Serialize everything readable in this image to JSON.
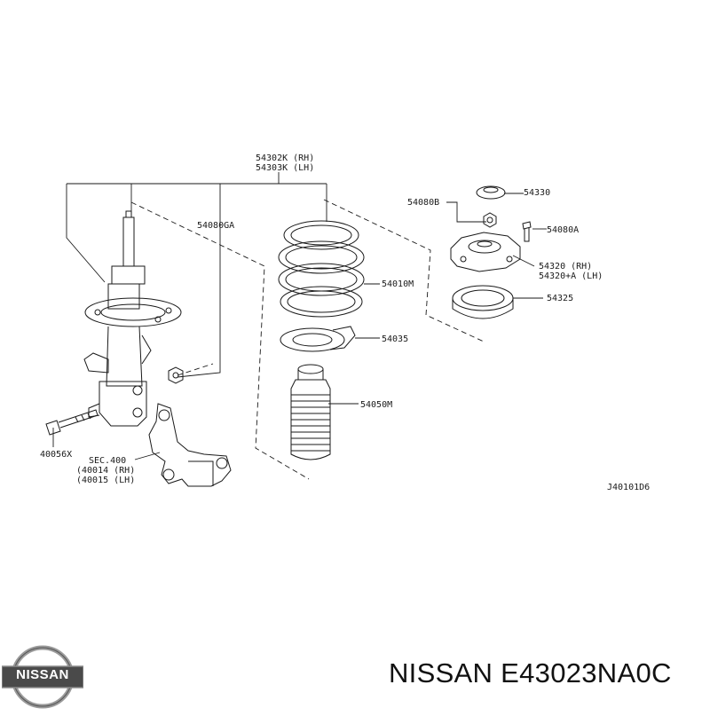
{
  "callouts": {
    "strut_rh": "54302K (RH)",
    "strut_lh": "54303K (LH)",
    "nut_54080ga": "54080GA",
    "nut_54080b": "54080B",
    "seat_54330": "54330",
    "bolt_54080a": "54080A",
    "mount_rh": "54320 (RH)",
    "mount_lh": "54320+A (LH)",
    "spring": "54010M",
    "bearing": "54325",
    "spring_seat": "54035",
    "boot": "54050M",
    "bolt_40056x": "40056X",
    "sec": "SEC.400",
    "knuckle_rh": "(40014 (RH)",
    "knuckle_lh": "(40015 (LH)",
    "diagram_code": "J40101D6"
  },
  "brand": {
    "logo_text": "NISSAN",
    "caption": "NISSAN E43023NA0C"
  },
  "colors": {
    "ink": "#1a1a1a",
    "logo_bar": "#4a4a4a",
    "logo_ring": "#9a9a9a"
  }
}
